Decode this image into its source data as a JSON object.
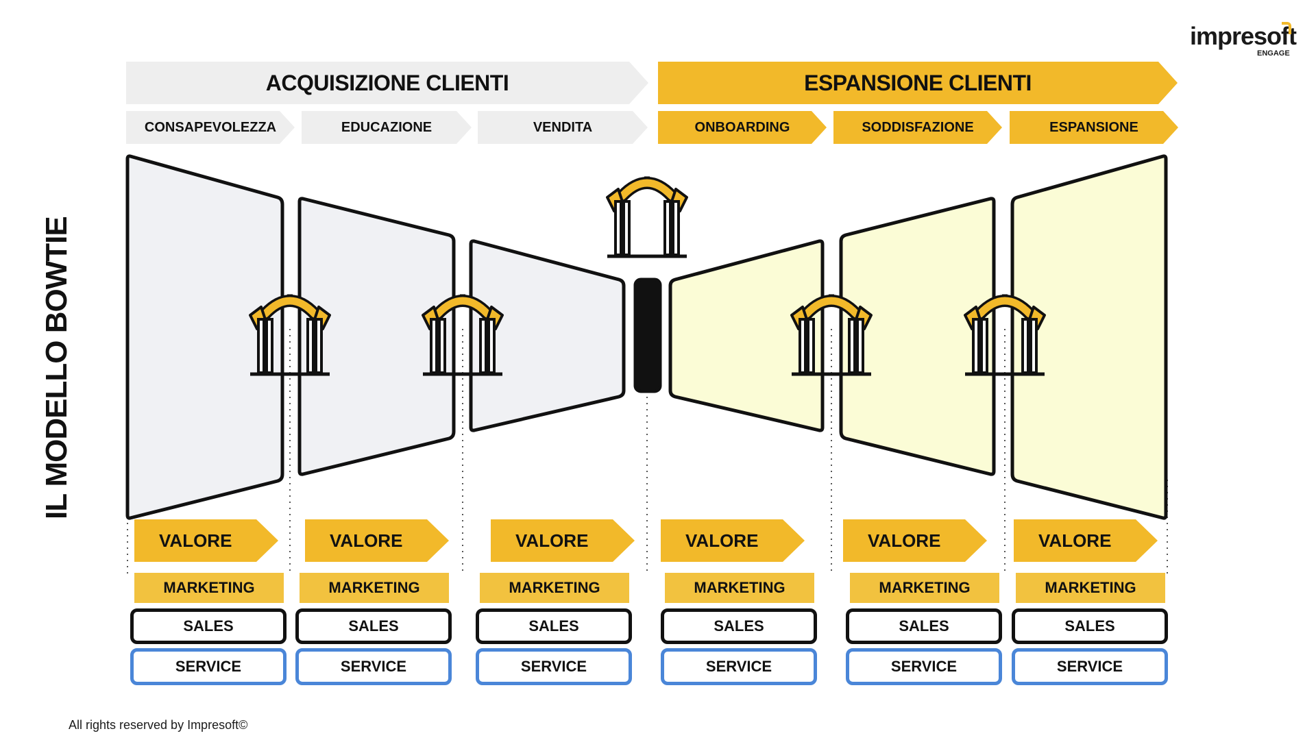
{
  "brand": {
    "name": "impresoft",
    "sub": "ENGAGE",
    "accent": "#f2b92a"
  },
  "phases": [
    {
      "label": "ACQUISIZIONE CLIENTI",
      "color": "#eeeeee"
    },
    {
      "label": "ESPANSIONE CLIENTI",
      "color": "#f2b92a"
    }
  ],
  "stages": [
    {
      "label": "CONSAPEVOLEZZA",
      "phase": 0
    },
    {
      "label": "EDUCAZIONE",
      "phase": 0
    },
    {
      "label": "VENDITA",
      "phase": 0
    },
    {
      "label": "ONBOARDING",
      "phase": 1
    },
    {
      "label": "SODDISFAZIONE",
      "phase": 1
    },
    {
      "label": "ESPANSIONE",
      "phase": 1
    }
  ],
  "columns": [
    {
      "valore": "VALORE",
      "marketing": "MARKETING",
      "sales": "SALES",
      "service": "SERVICE"
    },
    {
      "valore": "VALORE",
      "marketing": "MARKETING",
      "sales": "SALES",
      "service": "SERVICE"
    },
    {
      "valore": "VALORE",
      "marketing": "MARKETING",
      "sales": "SALES",
      "service": "SERVICE"
    },
    {
      "valore": "VALORE",
      "marketing": "MARKETING",
      "sales": "SALES",
      "service": "SERVICE"
    },
    {
      "valore": "VALORE",
      "marketing": "MARKETING",
      "sales": "SALES",
      "service": "SERVICE"
    },
    {
      "valore": "VALORE",
      "marketing": "MARKETING",
      "sales": "SALES",
      "service": "SERVICE"
    }
  ],
  "title": "IL MODELLO BOWTIE",
  "footer": "All rights reserved by Impresoft©",
  "colors": {
    "acquisition_fill": "#f0f1f4",
    "expansion_fill": "#fbfcd6",
    "yellow": "#f2b92a",
    "service_border": "#4a86d8",
    "outline": "#111111"
  }
}
